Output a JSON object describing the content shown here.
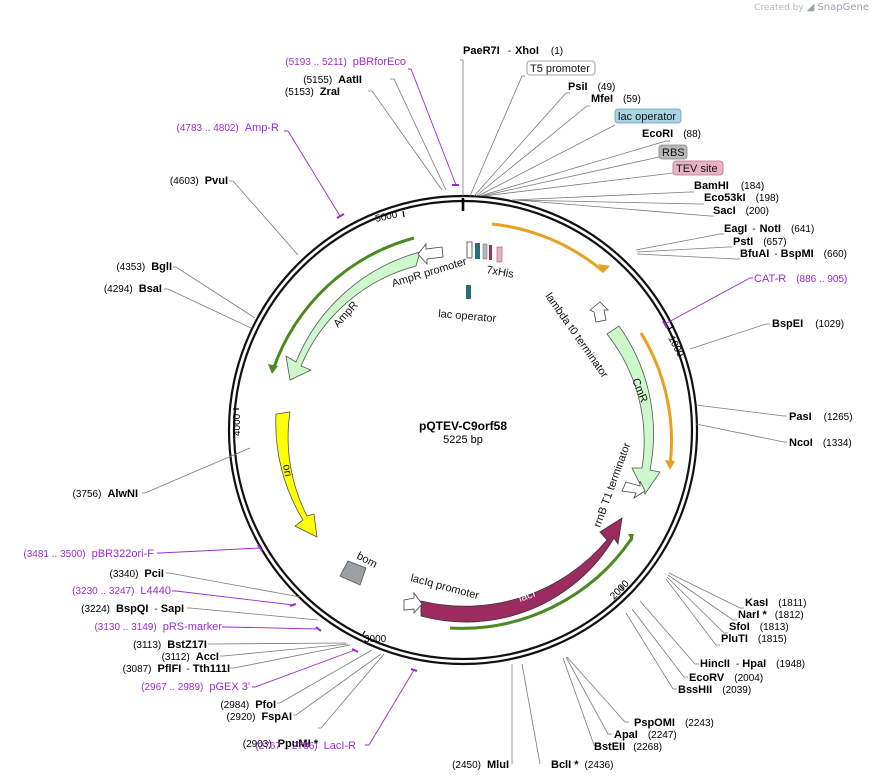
{
  "app": {
    "created_by": "Created by",
    "brand": "SnapGene"
  },
  "plasmid": {
    "name": "pQTEV-C9orf58",
    "length_label": "5225 bp"
  },
  "ticks": [
    "1000",
    "2000",
    "3000",
    "4000",
    "5000"
  ],
  "sites": [
    {
      "name": "PaeR7I",
      "sep": "-",
      "name2": "XhoI",
      "pos": "(1)"
    },
    {
      "name": "PsiI",
      "pos": "(49)"
    },
    {
      "name": "MfeI",
      "pos": "(59)"
    },
    {
      "name": "EcoRI",
      "pos": "(88)"
    },
    {
      "name": "BamHI",
      "pos": "(184)"
    },
    {
      "name": "Eco53kI",
      "pos": "(198)"
    },
    {
      "name": "SacI",
      "pos": "(200)"
    },
    {
      "name": "EagI",
      "sep": "-",
      "name2": "NotI",
      "pos": "(641)"
    },
    {
      "name": "PstI",
      "pos": "(657)"
    },
    {
      "name": "BfuAI",
      "sep": "-",
      "name2": "BspMI",
      "pos": "(660)"
    },
    {
      "name": "BspEI",
      "pos": "(1029)"
    },
    {
      "name": "PasI",
      "pos": "(1265)"
    },
    {
      "name": "NcoI",
      "pos": "(1334)"
    },
    {
      "name": "KasI",
      "pos": "(1811)"
    },
    {
      "name": "NarI *",
      "pos": "(1812)"
    },
    {
      "name": "SfoI",
      "pos": "(1813)"
    },
    {
      "name": "PluTI",
      "pos": "(1815)"
    },
    {
      "name": "HincII",
      "sep": "-",
      "name2": "HpaI",
      "pos": "(1948)"
    },
    {
      "name": "EcoRV",
      "pos": "(2004)"
    },
    {
      "name": "BssHII",
      "pos": "(2039)"
    },
    {
      "name": "PspOMI",
      "pos": "(2243)"
    },
    {
      "name": "ApaI",
      "pos": "(2247)"
    },
    {
      "name": "BstEII",
      "pos": "(2268)"
    },
    {
      "name": "BclI *",
      "pos": "(2436)"
    },
    {
      "name": "MluI",
      "pos": "(2450)"
    },
    {
      "name": "PpuMI *",
      "pos": "(2903)"
    },
    {
      "name": "FspAI",
      "pos": "(2920)"
    },
    {
      "name": "PfoI",
      "pos": "(2984)"
    },
    {
      "name": "PflFI",
      "sep": "-",
      "name2": "Tth111I",
      "pos": "(3087)"
    },
    {
      "name": "AccI",
      "pos": "(3112)"
    },
    {
      "name": "BstZ17I",
      "pos": "(3113)"
    },
    {
      "name": "BspQI",
      "sep": "-",
      "name2": "SapI",
      "pos": "(3224)"
    },
    {
      "name": "PciI",
      "pos": "(3340)"
    },
    {
      "name": "AlwNI",
      "pos": "(3756)"
    },
    {
      "name": "BsaI",
      "pos": "(4294)"
    },
    {
      "name": "BglI",
      "pos": "(4353)"
    },
    {
      "name": "PvuI",
      "pos": "(4603)"
    },
    {
      "name": "ZraI",
      "pos": "(5153)"
    },
    {
      "name": "AatII",
      "pos": "(5155)"
    }
  ],
  "primers": [
    {
      "name": "pBRforEco",
      "range": "(5193 .. 5211)"
    },
    {
      "name": "Amp-R",
      "range": "(4783 .. 4802)"
    },
    {
      "name": "CAT-R",
      "range": "(886 .. 905)"
    },
    {
      "name": "pBR322ori-F",
      "range": "(3481 .. 3500)"
    },
    {
      "name": "L4440",
      "range": "(3230 .. 3247)"
    },
    {
      "name": "pRS-marker",
      "range": "(3130 .. 3149)"
    },
    {
      "name": "pGEX 3'",
      "range": "(2967 .. 2989)"
    },
    {
      "name": "LacI-R",
      "range": "(2767 .. 2786)"
    }
  ],
  "boxed_features": [
    {
      "label": "T5 promoter",
      "fill": "#ffffff"
    },
    {
      "label": "lac operator",
      "fill": "#a8d4e6"
    },
    {
      "label": "RBS",
      "fill": "#b8b8b8"
    },
    {
      "label": "TEV site",
      "fill": "#e8b4c4"
    }
  ],
  "features": {
    "ampr": "AmpR",
    "ampr_promoter": "AmpR promoter",
    "lac_operator": "lac operator",
    "his": "7xHis",
    "lambda": "lambda t0 terminator",
    "cmr": "CmR",
    "rrnb": "rrnB T1 terminator",
    "laci": "lacI",
    "laciq": "lacIq promoter",
    "bom": "bom",
    "ori": "ori"
  },
  "colors": {
    "ampr": "#ccf8cc",
    "cmr": "#ccf8cc",
    "laci": "#9c2c60",
    "ori": "#ffff00",
    "orange_orf": "#e8a020",
    "green_orf": "#4a8a20",
    "primer": "#9b2bd6"
  }
}
